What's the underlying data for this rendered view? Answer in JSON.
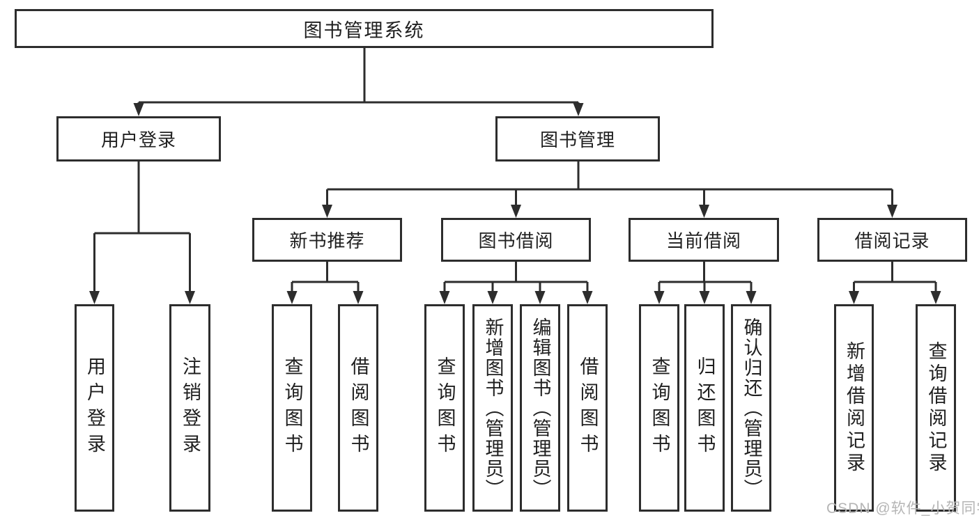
{
  "tree": {
    "label": "图书管理系统",
    "children": [
      {
        "label": "用户登录",
        "children": [
          {
            "label": "用户登录"
          },
          {
            "label": "注销登录"
          }
        ]
      },
      {
        "label": "图书管理",
        "children": [
          {
            "label": "新书推荐",
            "children": [
              {
                "label": "查询图书"
              },
              {
                "label": "借阅图书"
              }
            ]
          },
          {
            "label": "图书借阅",
            "children": [
              {
                "label": "查询图书"
              },
              {
                "label": "新增图书（管理员）"
              },
              {
                "label": "编辑图书（管理员）"
              },
              {
                "label": "借阅图书"
              }
            ]
          },
          {
            "label": "当前借阅",
            "children": [
              {
                "label": "查询图书"
              },
              {
                "label": "归还图书"
              },
              {
                "label": "确认归还（管理员）"
              }
            ]
          },
          {
            "label": "借阅记录",
            "children": [
              {
                "label": "新增借阅记录"
              },
              {
                "label": "查询借阅记录"
              }
            ]
          }
        ]
      }
    ]
  },
  "watermark": "CSDN @软件_小贺同学",
  "colors": {
    "line": "#2d2d2d",
    "text": "#1f1f1f",
    "box_background": "#ffffff",
    "watermark": "#b5b5b5"
  }
}
